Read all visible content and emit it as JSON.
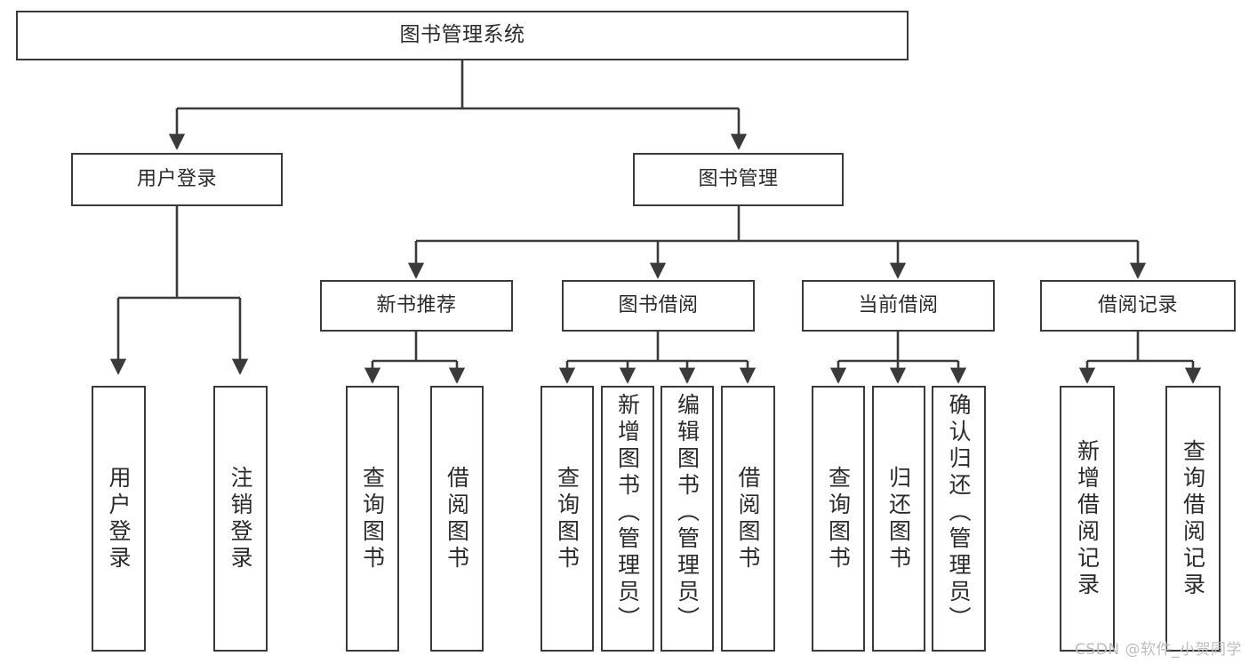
{
  "diagram": {
    "title": "图书管理系统",
    "type": "function-structure-tree",
    "accent_border": "#3a3a3a",
    "text_color": "#2b2b2b",
    "background": "#ffffff"
  },
  "watermark": {
    "text": "CSDN @软件_小贺同学",
    "color": "#bdbdbd"
  },
  "nodes": {
    "root": {
      "label": "图书管理系统"
    },
    "level1": [
      {
        "label": "用户登录"
      },
      {
        "label": "图书管理"
      }
    ],
    "level2": [
      {
        "label": "新书推荐"
      },
      {
        "label": "图书借阅"
      },
      {
        "label": "当前借阅"
      },
      {
        "label": "借阅记录"
      }
    ],
    "leaves": {
      "user_login": [
        {
          "label": "用户登录"
        },
        {
          "label": "注销登录"
        }
      ],
      "new_book_recommend": [
        {
          "label": "查询图书"
        },
        {
          "label": "借阅图书"
        }
      ],
      "book_borrow": [
        {
          "label": "查询图书"
        },
        {
          "label": "新增图书（管理员）"
        },
        {
          "label": "编辑图书（管理员）"
        },
        {
          "label": "借阅图书"
        }
      ],
      "current_borrow": [
        {
          "label": "查询图书"
        },
        {
          "label": "归还图书"
        },
        {
          "label": "确认归还（管理员）"
        }
      ],
      "borrow_record": [
        {
          "label": "新增借阅记录"
        },
        {
          "label": "查询借阅记录"
        }
      ]
    }
  }
}
